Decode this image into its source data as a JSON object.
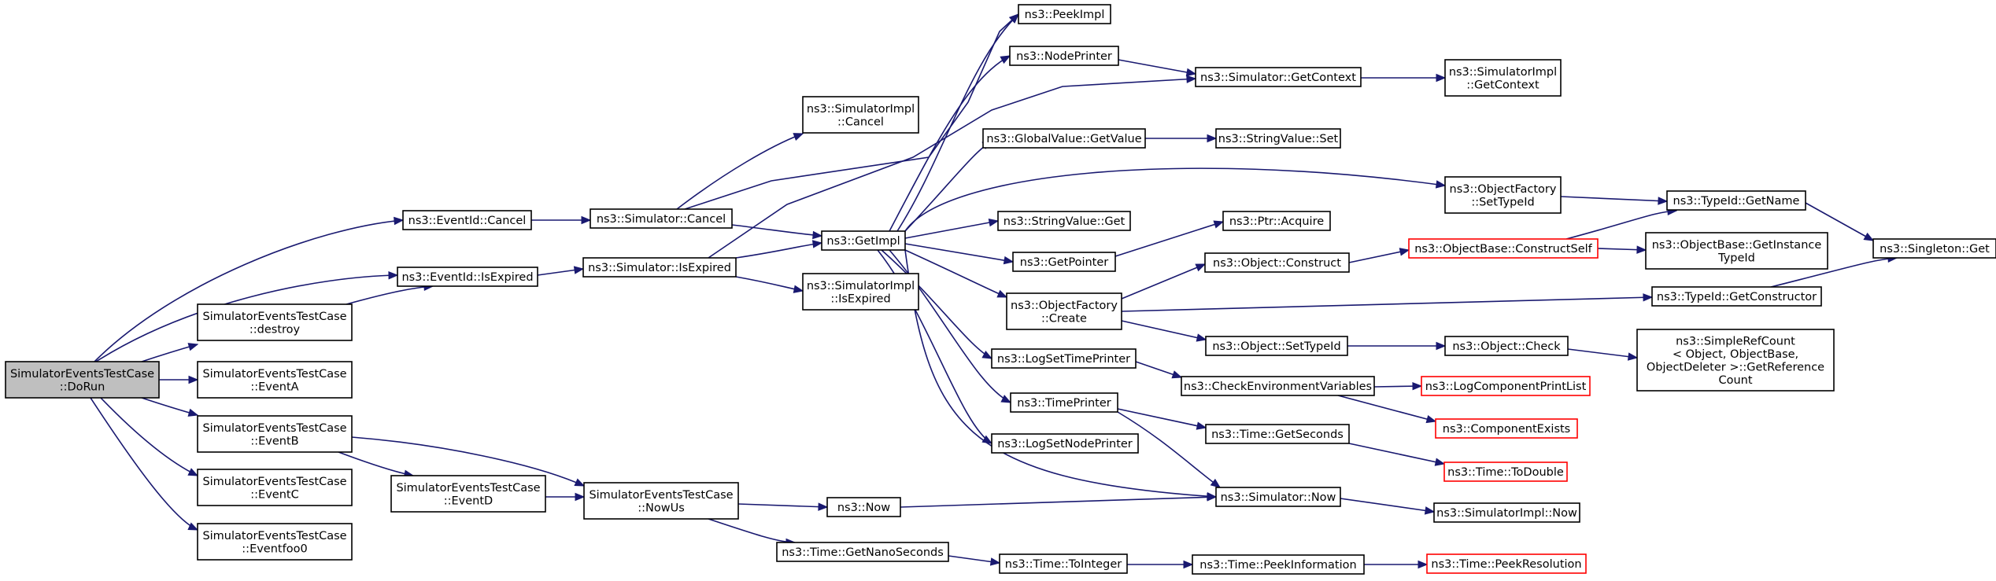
{
  "colors": {
    "edge": "#191970",
    "root_fill": "#bfbfbf",
    "truncated_border": "#ff0000",
    "node_border": "#000000"
  },
  "nodes": {
    "dorun": {
      "lines": [
        "SimulatorEventsTestCase",
        "::DoRun"
      ]
    },
    "destroy": {
      "lines": [
        "SimulatorEventsTestCase",
        "::destroy"
      ]
    },
    "eventa": {
      "lines": [
        "SimulatorEventsTestCase",
        "::EventA"
      ]
    },
    "eventb": {
      "lines": [
        "SimulatorEventsTestCase",
        "::EventB"
      ]
    },
    "eventc": {
      "lines": [
        "SimulatorEventsTestCase",
        "::EventC"
      ]
    },
    "eventfoo0": {
      "lines": [
        "SimulatorEventsTestCase",
        "::Eventfoo0"
      ]
    },
    "eventd": {
      "lines": [
        "SimulatorEventsTestCase",
        "::EventD"
      ]
    },
    "nowus": {
      "lines": [
        "SimulatorEventsTestCase",
        "::NowUs"
      ]
    },
    "eventid_cancel": {
      "lines": [
        "ns3::EventId::Cancel"
      ]
    },
    "eventid_isexpired": {
      "lines": [
        "ns3::EventId::IsExpired"
      ]
    },
    "sim_cancel": {
      "lines": [
        "ns3::Simulator::Cancel"
      ]
    },
    "sim_isexpired": {
      "lines": [
        "ns3::Simulator::IsExpired"
      ]
    },
    "simimpl_cancel": {
      "lines": [
        "ns3::SimulatorImpl",
        "::Cancel"
      ]
    },
    "simimpl_isexpired": {
      "lines": [
        "ns3::SimulatorImpl",
        "::IsExpired"
      ]
    },
    "getimpl": {
      "lines": [
        "ns3::GetImpl"
      ]
    },
    "now": {
      "lines": [
        "ns3::Now"
      ]
    },
    "time_getnanos": {
      "lines": [
        "ns3::Time::GetNanoSeconds"
      ]
    },
    "peekimpl": {
      "lines": [
        "ns3::PeekImpl"
      ]
    },
    "nodeprinter": {
      "lines": [
        "ns3::NodePrinter"
      ]
    },
    "globalvalue_get": {
      "lines": [
        "ns3::GlobalValue::GetValue"
      ]
    },
    "stringvalue_get": {
      "lines": [
        "ns3::StringValue::Get"
      ]
    },
    "getpointer": {
      "lines": [
        "ns3::GetPointer"
      ]
    },
    "objfactory_create": {
      "lines": [
        "ns3::ObjectFactory",
        "::Create"
      ]
    },
    "logsettimeprinter": {
      "lines": [
        "ns3::LogSetTimePrinter"
      ]
    },
    "timeprinter": {
      "lines": [
        "ns3::TimePrinter"
      ]
    },
    "logsetnodeprinter": {
      "lines": [
        "ns3::LogSetNodePrinter"
      ]
    },
    "time_tointeger": {
      "lines": [
        "ns3::Time::ToInteger"
      ]
    },
    "sim_getcontext": {
      "lines": [
        "ns3::Simulator::GetContext"
      ]
    },
    "stringvalue_set": {
      "lines": [
        "ns3::StringValue::Set"
      ]
    },
    "ptr_acquire": {
      "lines": [
        "ns3::Ptr::Acquire"
      ]
    },
    "object_construct": {
      "lines": [
        "ns3::Object::Construct"
      ]
    },
    "object_settypeid": {
      "lines": [
        "ns3::Object::SetTypeId"
      ]
    },
    "checkenvvars": {
      "lines": [
        "ns3::CheckEnvironmentVariables"
      ]
    },
    "time_getseconds": {
      "lines": [
        "ns3::Time::GetSeconds"
      ]
    },
    "sim_now": {
      "lines": [
        "ns3::Simulator::Now"
      ]
    },
    "time_peekinfo": {
      "lines": [
        "ns3::Time::PeekInformation"
      ]
    },
    "simimpl_getcontext": {
      "lines": [
        "ns3::SimulatorImpl",
        "::GetContext"
      ]
    },
    "objfactory_settypeid": {
      "lines": [
        "ns3::ObjectFactory",
        "::SetTypeId"
      ]
    },
    "objbase_constructself": {
      "lines": [
        "ns3::ObjectBase::ConstructSelf"
      ]
    },
    "object_check": {
      "lines": [
        "ns3::Object::Check"
      ]
    },
    "logcomponentprintlist": {
      "lines": [
        "ns3::LogComponentPrintList"
      ]
    },
    "componentexists": {
      "lines": [
        "ns3::ComponentExists"
      ]
    },
    "time_todouble": {
      "lines": [
        "ns3::Time::ToDouble"
      ]
    },
    "simimpl_now": {
      "lines": [
        "ns3::SimulatorImpl::Now"
      ]
    },
    "time_peekresolution": {
      "lines": [
        "ns3::Time::PeekResolution"
      ]
    },
    "typeid_getname": {
      "lines": [
        "ns3::TypeId::GetName"
      ]
    },
    "objbase_getinstancetypeid": {
      "lines": [
        "ns3::ObjectBase::GetInstance",
        "TypeId"
      ]
    },
    "typeid_getconstructor": {
      "lines": [
        "ns3::TypeId::GetConstructor"
      ]
    },
    "simplerefcount": {
      "lines": [
        "ns3::SimpleRefCount",
        "< Object, ObjectBase,",
        " ObjectDeleter >::GetReference",
        "Count"
      ]
    },
    "singleton_get": {
      "lines": [
        "ns3::Singleton::Get"
      ]
    }
  }
}
